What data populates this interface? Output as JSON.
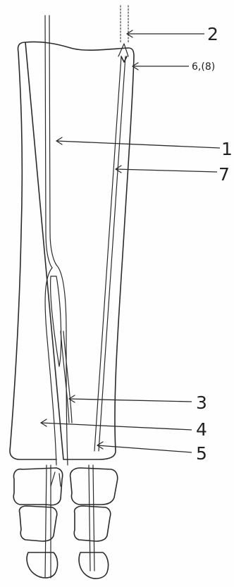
{
  "labels": {
    "l2": "2",
    "l6": "6,(8)",
    "l1": "1",
    "l7": "7",
    "l3": "3",
    "l4": "4",
    "l5": "5"
  },
  "colors": {
    "ink": "#2a2a2a",
    "paper": "#fefefe"
  }
}
